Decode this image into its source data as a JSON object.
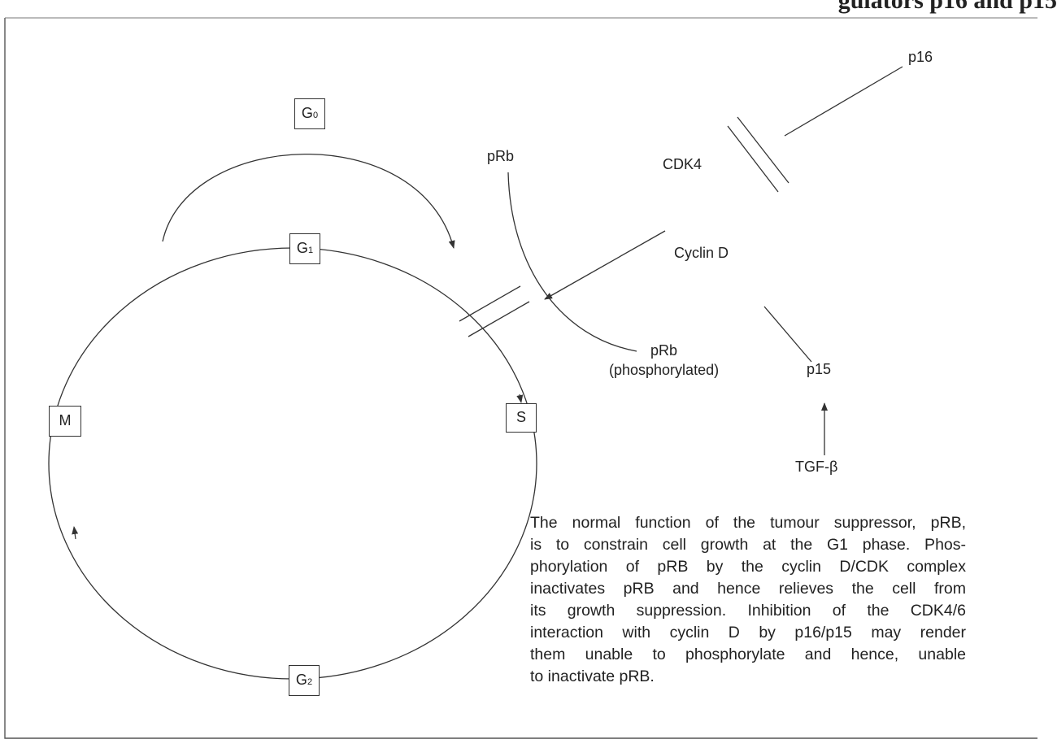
{
  "header": {
    "partial_text": "gulators p16 and p15"
  },
  "cycle_phases": {
    "g0": {
      "main": "G",
      "sub": "0"
    },
    "g1": {
      "main": "G",
      "sub": "1"
    },
    "g2": {
      "main": "G",
      "sub": "2"
    },
    "m": "M",
    "s": "S"
  },
  "labels": {
    "p16": "p16",
    "prb": "pRb",
    "cdk4": "CDK4",
    "cyclin_d": "Cyclin D",
    "prb_phos_line1": "pRb",
    "prb_phos_line2": "(phosphorylated)",
    "p15": "p15",
    "tgf_beta": "TGF-β"
  },
  "caption": {
    "lines": [
      "The normal function of the tumour suppressor, pRB,",
      "is to constrain cell growth at the G1 phase. Phos-",
      "phorylation of pRB by the cyclin D/CDK complex",
      "inactivates pRB and hence relieves the cell from",
      "its growth suppression. Inhibition of the CDK4/6",
      "interaction with cyclin D by p16/p15 may render",
      "them unable to phosphorylate and hence, unable",
      "to inactivate pRB."
    ]
  },
  "colors": {
    "ink": "#333333",
    "background": "#ffffff"
  }
}
